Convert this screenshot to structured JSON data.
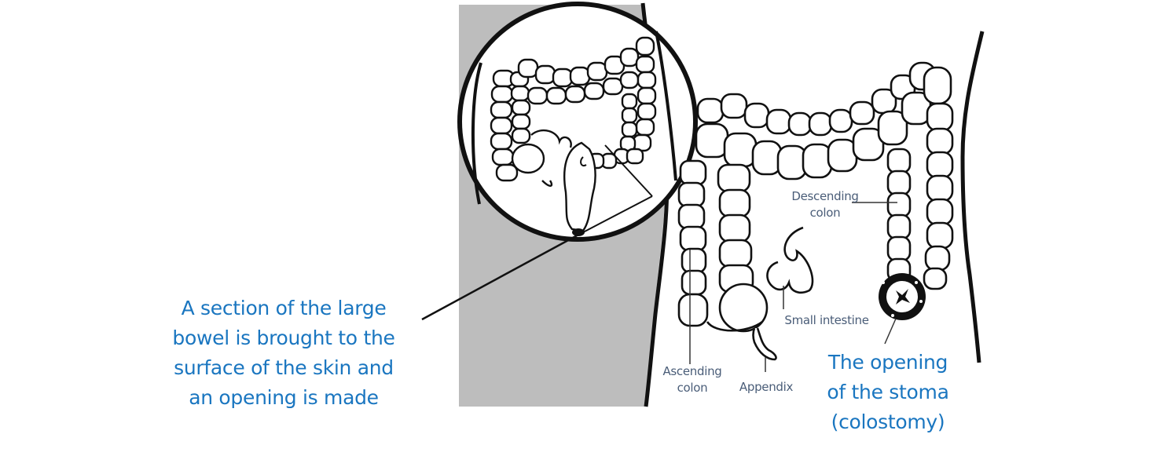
{
  "diagram": {
    "type": "anatomical illustration",
    "subject": "Colostomy",
    "colors": {
      "callout_text": "#1a76c0",
      "label_text": "#4a5d78",
      "line_art": "#111111",
      "shaded_side": "#bdbdbd",
      "background": "#ffffff"
    }
  },
  "callouts": {
    "section": {
      "lines": [
        "A section of the large",
        "bowel is brought to the",
        "surface of the skin and",
        "an opening is made"
      ]
    },
    "stoma": {
      "lines": [
        "The opening",
        "of the stoma",
        "(colostomy)"
      ]
    }
  },
  "labels": {
    "descending_colon": {
      "lines": [
        "Descending",
        "colon"
      ]
    },
    "small_intestine": {
      "lines": [
        "Small intestine"
      ]
    },
    "ascending_colon": {
      "lines": [
        "Ascending",
        "colon"
      ]
    },
    "appendix": {
      "lines": [
        "Appendix"
      ]
    }
  }
}
